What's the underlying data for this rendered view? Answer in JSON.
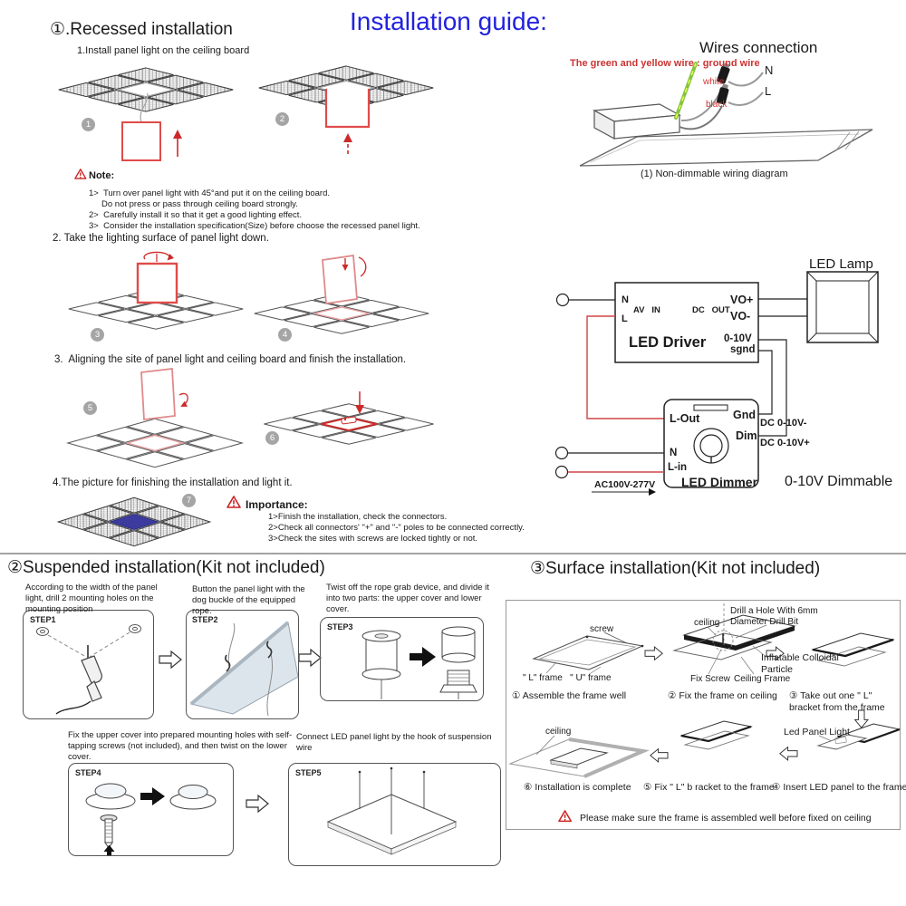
{
  "colors": {
    "title_blue": "#2222dd",
    "annotation_red": "#cc3333",
    "diagram_red": "#e04b4b",
    "lit_panel_blue": "#3c3c9e"
  },
  "header": {
    "title": "Installation guide:"
  },
  "recessed": {
    "title": "①.Recessed installation",
    "sub1": "1.Install panel light on the ceiling board",
    "note_title": "Note:",
    "note_lines": [
      "1>  Turn over panel light with 45°and put it on the ceiling board.",
      "Do not press or pass through ceiling board strongly.",
      "2>  Carefully install it so that it get a good lighting effect.",
      "3>  Consider the installation specification(Size) before choose the recessed panel light."
    ],
    "sub2": "2. Take the lighting surface of panel light down.",
    "sub3": "3.  Aligning the site of panel light and ceiling board and finish the installation.",
    "sub4": "4.The picture for finishing the installation and light it.",
    "importance_title": "Importance:",
    "importance_lines": [
      "1>Finish the installation, check the connectors.",
      "2>Check all connectors' \"+\" and \"-\" poles to be connected correctly.",
      "3>Check the sites with screws are locked tightly or not."
    ],
    "markers": [
      "1",
      "2",
      "3",
      "4",
      "5",
      "6",
      "7"
    ]
  },
  "wires": {
    "title": "Wires connection",
    "ground_note": "The green and yellow wire : ground wire",
    "white_label": "white",
    "black_label": "black",
    "n_label": "N",
    "l_label": "L",
    "caption": "(1) Non-dimmable wiring diagram"
  },
  "dimmable": {
    "driver": {
      "n": "N",
      "l": "L",
      "av_in": "AV   IN",
      "dc_out": "DC   OUT",
      "vo_plus": "VO+",
      "vo_minus": "VO-",
      "name": "LED Driver",
      "v010": "0-10V",
      "sgnd": "sgnd"
    },
    "lamp_label": "LED Lamp",
    "dimmer": {
      "l_out": "L-Out",
      "gnd": "Gnd",
      "dim": "Dim",
      "n": "N",
      "l_in": "L-in",
      "name": "LED Dimmer"
    },
    "dc_minus": "DC 0-10V-",
    "dc_plus": "DC 0-10V+",
    "ac_range": "AC100V-277V",
    "caption": "0-10V Dimmable"
  },
  "suspended": {
    "title": "②Suspended installation(Kit not included)",
    "steps": [
      {
        "label": "STEP1",
        "text": "According to the width of the panel light, drill 2 mounting holes on the mounting position"
      },
      {
        "label": "STEP2",
        "text": "Button the panel light with the dog buckle of the equipped rope."
      },
      {
        "label": "STEP3",
        "text": "Twist off the rope grab device, and divide it into two parts: the upper cover and lower cover."
      },
      {
        "label": "STEP4",
        "text": "Fix the upper cover into prepared mounting holes with self-tapping screws (not included), and then twist on the lower cover."
      },
      {
        "label": "STEP5",
        "text": "Connect LED panel light by the hook of suspension wire"
      }
    ]
  },
  "surface": {
    "title": "③Surface installation(Kit not included)",
    "labels": {
      "screw": "screw",
      "ceiling_top": "ceiling",
      "drill_hole": "Drill a Hole With 6mm Diameter Drill Bit",
      "fix_screw": "Fix Screw",
      "ceiling_frame": "Ceiling Frame",
      "inflatable": "Inflatable Colloidal Particle",
      "frame_types": "\" L\" frame   \" U\" frame",
      "led_panel_light": "Led Panel Light",
      "ceiling_bottom": "ceiling"
    },
    "captions": [
      "① Assemble the frame well",
      "② Fix the frame on ceiling",
      "③ Take out one \" L\" bracket from the frame",
      "④ Insert LED panel to the frame",
      "⑤ Fix \" L\" b racket to the frame",
      "⑥ Installation is complete"
    ],
    "warning": "Please make sure the frame is assembled well before fixed on ceiling"
  }
}
